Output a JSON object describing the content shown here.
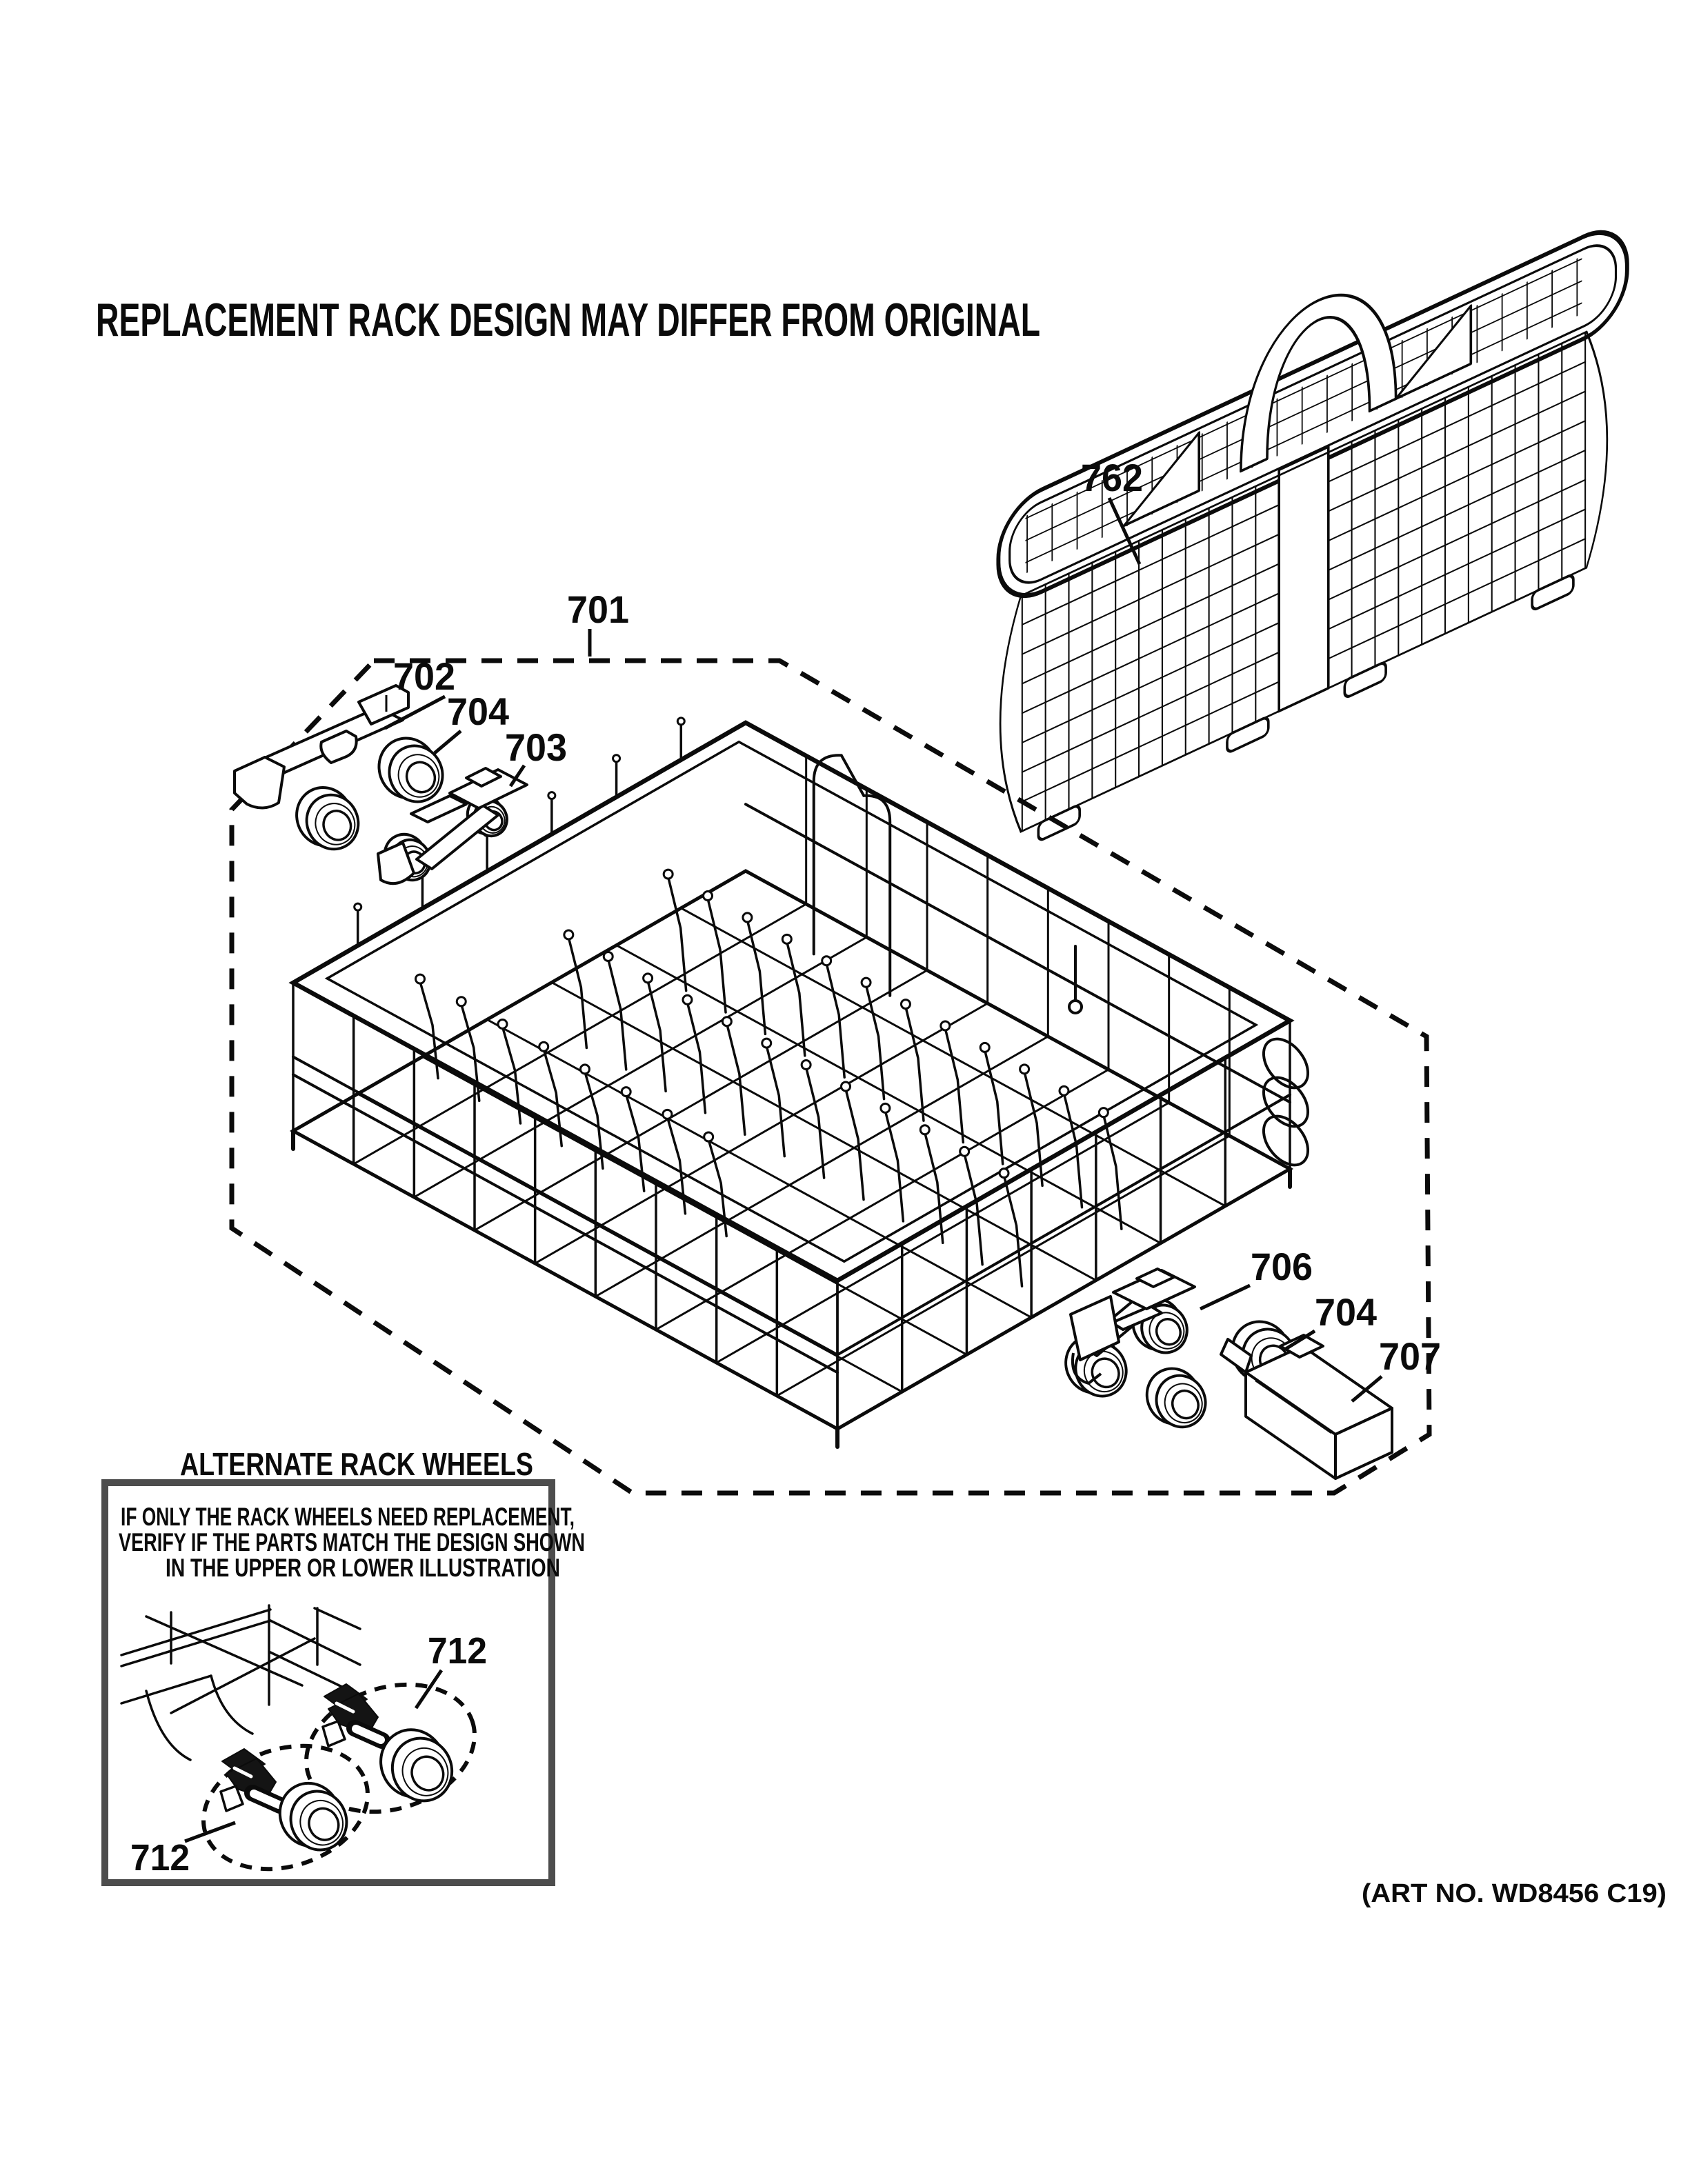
{
  "page": {
    "title": "REPLACEMENT RACK DESIGN MAY DIFFER FROM ORIGINAL",
    "art_no": "(ART NO. WD8456 C19)"
  },
  "callouts": {
    "basket": "762",
    "rack_region": "701",
    "rail_bracket": "702",
    "wheel_front": "704",
    "roller_bracket": "703",
    "wheel_carrier": "706",
    "wheel_rear": "704",
    "end_cap": "707",
    "alt_wheel_upper": "712",
    "alt_wheel_lower": "712"
  },
  "alternate_box": {
    "heading": "ALTERNATE RACK WHEELS",
    "line1": "IF ONLY THE RACK WHEELS NEED REPLACEMENT,",
    "line2": "VERIFY IF THE PARTS MATCH THE DESIGN SHOWN",
    "line3": "IN THE UPPER OR LOWER ILLUSTRATION"
  },
  "colors": {
    "ink": "#0b0b0b",
    "background": "#ffffff"
  }
}
